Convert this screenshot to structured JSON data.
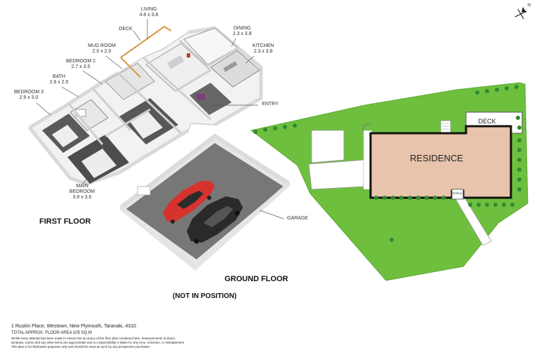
{
  "rooms": {
    "living": {
      "name": "LIVING",
      "size": "4.8 x 3.8"
    },
    "deck": {
      "name": "DECK"
    },
    "dining": {
      "name": "DINING",
      "size": "2.3 x 3.8"
    },
    "mud_room": {
      "name": "MUD ROOM",
      "size": "2.0 x 2.0"
    },
    "kitchen": {
      "name": "KITCHEN",
      "size": "2.3 x 3.8"
    },
    "bedroom2": {
      "name": "BEDROOM 2",
      "size": "2.7 x 3.5"
    },
    "bath": {
      "name": "BATH",
      "size": "2.9 x 2.0"
    },
    "bedroom3": {
      "name": "BEDROOM 3",
      "size": "2.9 x 3.0"
    },
    "entry": {
      "name": "ENTRY"
    },
    "main_bedroom": {
      "name": "MAIN\nBEDROOM",
      "size": "3.9 x 3.6"
    },
    "garage": {
      "name": "GARAGE"
    }
  },
  "floors": {
    "first": "FIRST FLOOR",
    "ground": "GROUND FLOOR",
    "ground_note": "(NOT IN POSITION)"
  },
  "site_plan": {
    "residence": "RESIDENCE",
    "deck": "DECK",
    "porch": "PORCH",
    "north": "N",
    "colors": {
      "lawn": "#6fbf3f",
      "residence": "#e7c4ab",
      "path": "#ffffff",
      "trees": "#2e8b2e"
    }
  },
  "footer": {
    "address": "1 Ruskin Place, Westown, New Plymouth, Taranaki, 4310",
    "area": "TOTAL APPROX. FLOOR AREA 105 SQ.M",
    "disclaimer1": "Whilst every attempt has been made to ensure the accuracy of the floor plan contained here, measurements of doors,",
    "disclaimer2": "windows, rooms and any other items are approximate and no responsibility is taken for any error, omission, or misstatement.",
    "disclaimer3": "This plan is for illustrative purposes only and should be used as such by any prospective purchaser."
  }
}
